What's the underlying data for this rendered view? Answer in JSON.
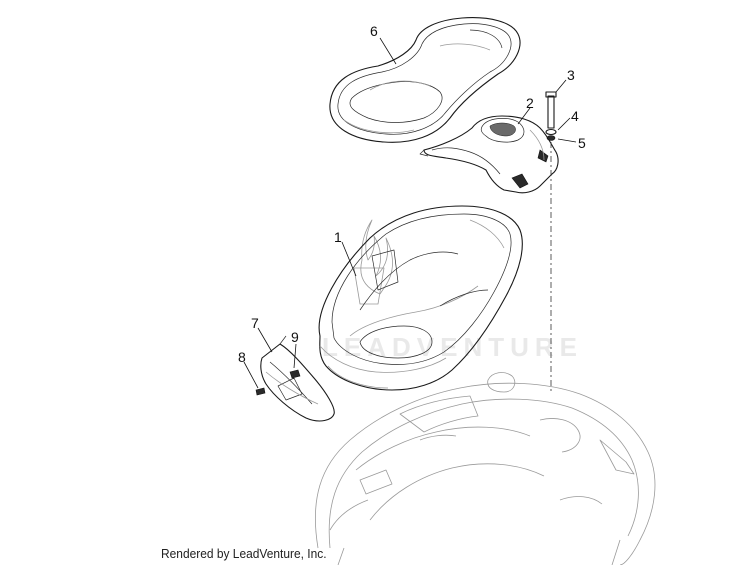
{
  "diagram": {
    "watermark": "LEADVENTURE",
    "footer": "Rendered by LeadVenture, Inc.",
    "callouts": [
      "1",
      "2",
      "3",
      "4",
      "5",
      "6",
      "7",
      "8",
      "9"
    ]
  }
}
